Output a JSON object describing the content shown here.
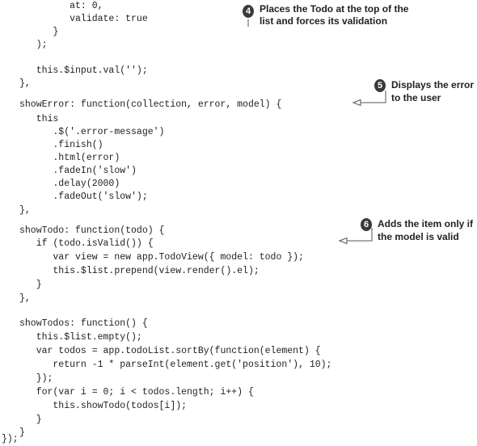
{
  "code_lines": [
    "         at: 0,",
    "         validate: true",
    "      }",
    "   );",
    "",
    "   this.$input.val('');",
    "},",
    "",
    "showError: function(collection, error, model) {",
    "   this",
    "      .$('.error-message')",
    "      .finish()",
    "      .html(error)",
    "      .fadeIn('slow')",
    "      .delay(2000)",
    "      .fadeOut('slow');",
    "},",
    "",
    "showTodo: function(todo) {",
    "   if (todo.isValid()) {",
    "      var view = new app.TodoView({ model: todo });",
    "      this.$list.prepend(view.render().el);",
    "   }",
    "},",
    "",
    "showTodos: function() {",
    "   this.$list.empty();",
    "   var todos = app.todoList.sortBy(function(element) {",
    "      return -1 * parseInt(element.get('position'), 10);",
    "   });",
    "   for(var i = 0; i < todos.length; i++) {",
    "      this.showTodo(todos[i]);",
    "   }",
    "}",
    "});"
  ],
  "annotations": [
    {
      "number": "4",
      "lines": [
        "Places the Todo at the top of the",
        "list and forces its validation"
      ]
    },
    {
      "number": "5",
      "lines": [
        "Displays the error",
        "to the user"
      ]
    },
    {
      "number": "6",
      "lines": [
        "Adds the item only if",
        "the model is valid"
      ]
    }
  ]
}
